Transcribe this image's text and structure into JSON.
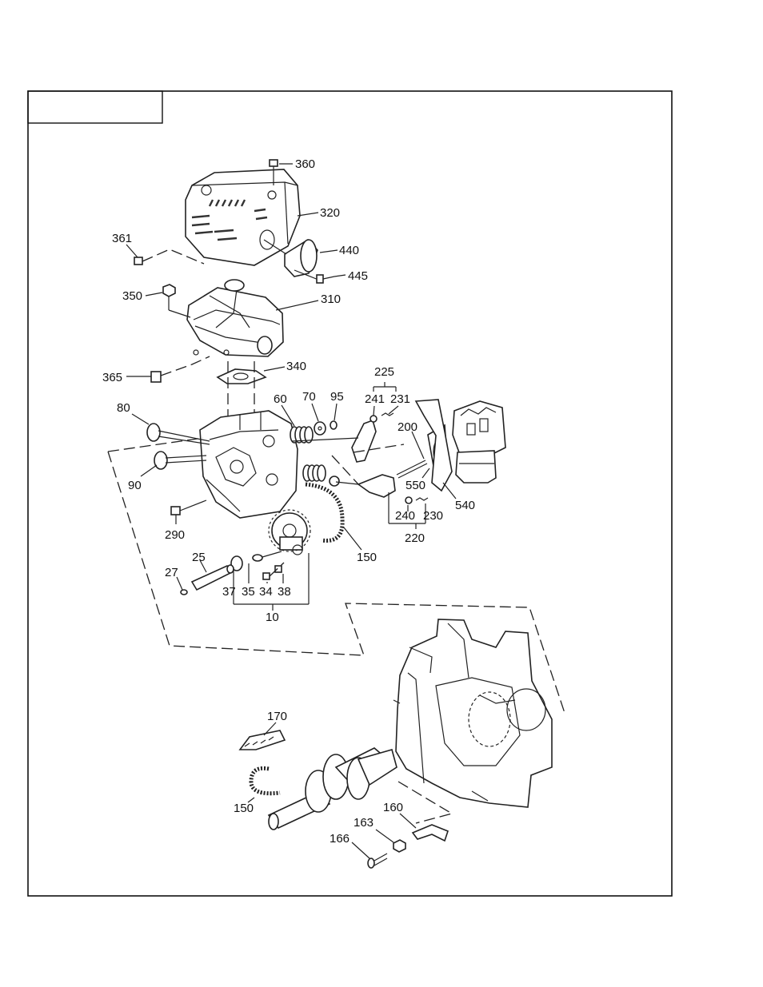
{
  "labels": {
    "p360": "360",
    "p320": "320",
    "p440": "440",
    "p445": "445",
    "p361": "361",
    "p350": "350",
    "p310": "310",
    "p365": "365",
    "p340": "340",
    "p225": "225",
    "p241": "241",
    "p231": "231",
    "p80": "80",
    "p60": "60",
    "p70": "70",
    "p95": "95",
    "p200": "200",
    "p90": "90",
    "p550": "550",
    "p540": "540",
    "p240": "240",
    "p230": "230",
    "p220": "220",
    "p290": "290",
    "p150a": "150",
    "p25": "25",
    "p27": "27",
    "p37": "37",
    "p35": "35",
    "p34": "34",
    "p38": "38",
    "p10": "10",
    "p170": "170",
    "p150b": "150",
    "p160": "160",
    "p163": "163",
    "p166": "166"
  }
}
